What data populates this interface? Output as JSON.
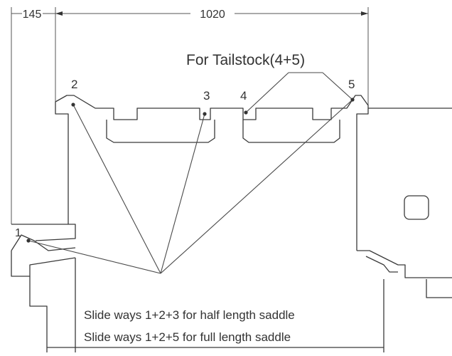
{
  "dimensions": {
    "left": "145",
    "main": "1020"
  },
  "callouts": {
    "tailstock": "For Tailstock(4+5)"
  },
  "way_labels": [
    "1",
    "2",
    "3",
    "4",
    "5"
  ],
  "notes": {
    "half_length": "Slide ways 1+2+3 for half length saddle",
    "full_length": "Slide ways 1+2+5 for full length saddle"
  },
  "colors": {
    "line": "#3a3a3a",
    "text": "#333333",
    "background": "#ffffff"
  }
}
